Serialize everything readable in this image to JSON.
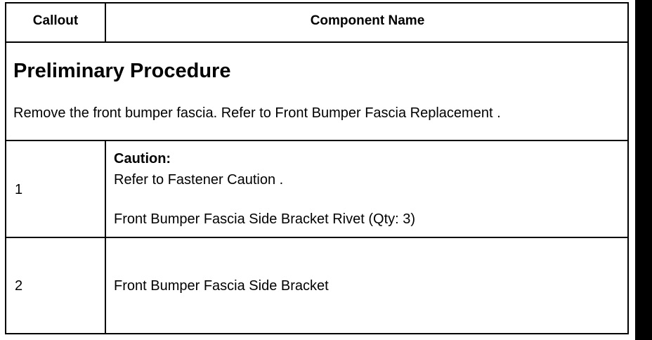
{
  "table": {
    "header": {
      "callout": "Callout",
      "component_name": "Component Name"
    },
    "preliminary": {
      "title": "Preliminary Procedure",
      "text": "Remove the front bumper fascia. Refer to Front Bumper Fascia Replacement ."
    },
    "rows": [
      {
        "callout": "1",
        "caution_label": "Caution:",
        "caution_text": "Refer to Fastener Caution .",
        "component": "Front Bumper Fascia Side Bracket Rivet (Qty: 3)"
      },
      {
        "callout": "2",
        "component": "Front Bumper Fascia Side Bracket"
      }
    ]
  }
}
